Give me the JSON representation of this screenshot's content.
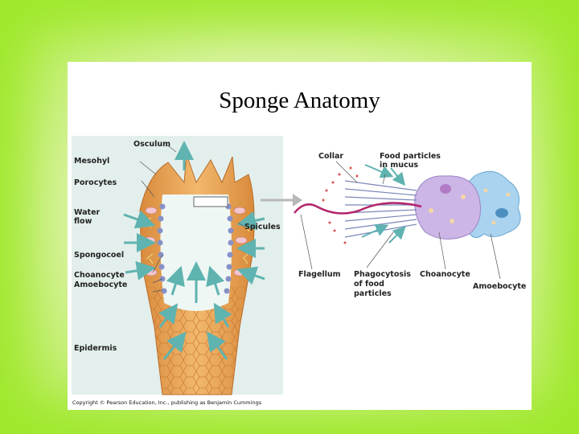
{
  "slide": {
    "title": "Sponge Anatomy",
    "copyright": "Copyright © Pearson Education, Inc., publishing as Benjamin Cummings"
  },
  "left_labels": {
    "osculum": "Osculum",
    "mesohyl": "Mesohyl",
    "porocytes": "Porocytes",
    "water_flow_1": "Water",
    "water_flow_2": "flow",
    "spicules": "Spicules",
    "spongocoel": "Spongocoel",
    "choanocyte": "Choanocyte",
    "amoebocyte": "Amoebocyte",
    "epidermis": "Epidermis"
  },
  "right_labels": {
    "collar": "Collar",
    "food_particles_1": "Food particles",
    "food_particles_2": "in mucus",
    "flagellum": "Flagellum",
    "phagocytosis_1": "Phagocytosis",
    "phagocytosis_2": "of food",
    "phagocytosis_3": "particles",
    "choanocyte": "Choanocyte",
    "amoebocyte": "Amoebocyte"
  },
  "colors": {
    "background_green": "#a8ea3a",
    "slide_white": "#ffffff",
    "sponge_body": "#e9a352",
    "sponge_interior": "#eef7f4",
    "water_arrow": "#5fb3b0",
    "choanocyte_cell": "#cbb6e6",
    "amoebocyte_cell": "#a9d3ef",
    "flagellum": "#b3246a",
    "choanocyte_band": "#8791c6"
  },
  "icons": [
    "magnify-arrow-icon",
    "water-flow-arrow-icon"
  ]
}
